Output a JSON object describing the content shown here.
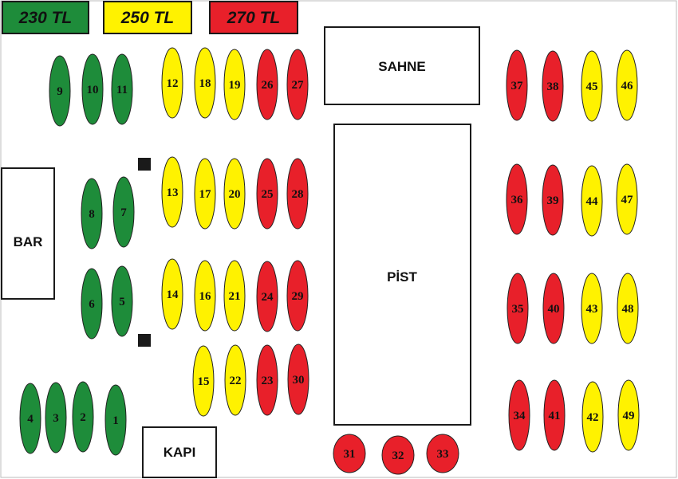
{
  "colors": {
    "green": "#1e8c3a",
    "yellow": "#fff200",
    "red": "#e8202a",
    "outline": "#1a1a1a"
  },
  "legend": [
    {
      "label": "230 TL",
      "color": "green"
    },
    {
      "label": "250 TL",
      "color": "yellow"
    },
    {
      "label": "270 TL",
      "color": "red"
    }
  ],
  "zones": {
    "stage": "SAHNE",
    "dance_floor": "PİST",
    "bar": "BAR",
    "door": "KAPI"
  },
  "tables": [
    {
      "number": "9",
      "price": "230 TL",
      "color": "green"
    },
    {
      "number": "10",
      "price": "230 TL",
      "color": "green"
    },
    {
      "number": "11",
      "price": "230 TL",
      "color": "green"
    },
    {
      "number": "12",
      "price": "250 TL",
      "color": "yellow"
    },
    {
      "number": "18",
      "price": "250 TL",
      "color": "yellow"
    },
    {
      "number": "19",
      "price": "250 TL",
      "color": "yellow"
    },
    {
      "number": "26",
      "price": "270 TL",
      "color": "red"
    },
    {
      "number": "27",
      "price": "270 TL",
      "color": "red"
    },
    {
      "number": "8",
      "price": "230 TL",
      "color": "green"
    },
    {
      "number": "7",
      "price": "230 TL",
      "color": "green"
    },
    {
      "number": "13",
      "price": "250 TL",
      "color": "yellow"
    },
    {
      "number": "17",
      "price": "250 TL",
      "color": "yellow"
    },
    {
      "number": "20",
      "price": "250 TL",
      "color": "yellow"
    },
    {
      "number": "25",
      "price": "270 TL",
      "color": "red"
    },
    {
      "number": "28",
      "price": "270 TL",
      "color": "red"
    },
    {
      "number": "6",
      "price": "230 TL",
      "color": "green"
    },
    {
      "number": "5",
      "price": "230 TL",
      "color": "green"
    },
    {
      "number": "14",
      "price": "250 TL",
      "color": "yellow"
    },
    {
      "number": "16",
      "price": "250 TL",
      "color": "yellow"
    },
    {
      "number": "21",
      "price": "250 TL",
      "color": "yellow"
    },
    {
      "number": "24",
      "price": "270 TL",
      "color": "red"
    },
    {
      "number": "29",
      "price": "270 TL",
      "color": "red"
    },
    {
      "number": "15",
      "price": "250 TL",
      "color": "yellow"
    },
    {
      "number": "22",
      "price": "250 TL",
      "color": "yellow"
    },
    {
      "number": "23",
      "price": "270 TL",
      "color": "red"
    },
    {
      "number": "30",
      "price": "270 TL",
      "color": "red"
    },
    {
      "number": "4",
      "price": "230 TL",
      "color": "green"
    },
    {
      "number": "3",
      "price": "230 TL",
      "color": "green"
    },
    {
      "number": "2",
      "price": "230 TL",
      "color": "green"
    },
    {
      "number": "1",
      "price": "230 TL",
      "color": "green"
    },
    {
      "number": "31",
      "price": "270 TL",
      "color": "red"
    },
    {
      "number": "32",
      "price": "270 TL",
      "color": "red"
    },
    {
      "number": "33",
      "price": "270 TL",
      "color": "red"
    },
    {
      "number": "37",
      "price": "270 TL",
      "color": "red"
    },
    {
      "number": "38",
      "price": "270 TL",
      "color": "red"
    },
    {
      "number": "45",
      "price": "250 TL",
      "color": "yellow"
    },
    {
      "number": "46",
      "price": "250 TL",
      "color": "yellow"
    },
    {
      "number": "36",
      "price": "270 TL",
      "color": "red"
    },
    {
      "number": "39",
      "price": "270 TL",
      "color": "red"
    },
    {
      "number": "44",
      "price": "250 TL",
      "color": "yellow"
    },
    {
      "number": "47",
      "price": "250 TL",
      "color": "yellow"
    },
    {
      "number": "35",
      "price": "270 TL",
      "color": "red"
    },
    {
      "number": "40",
      "price": "270 TL",
      "color": "red"
    },
    {
      "number": "43",
      "price": "250 TL",
      "color": "yellow"
    },
    {
      "number": "48",
      "price": "250 TL",
      "color": "yellow"
    },
    {
      "number": "34",
      "price": "270 TL",
      "color": "red"
    },
    {
      "number": "41",
      "price": "270 TL",
      "color": "red"
    },
    {
      "number": "42",
      "price": "250 TL",
      "color": "yellow"
    },
    {
      "number": "49",
      "price": "250 TL",
      "color": "yellow"
    }
  ]
}
